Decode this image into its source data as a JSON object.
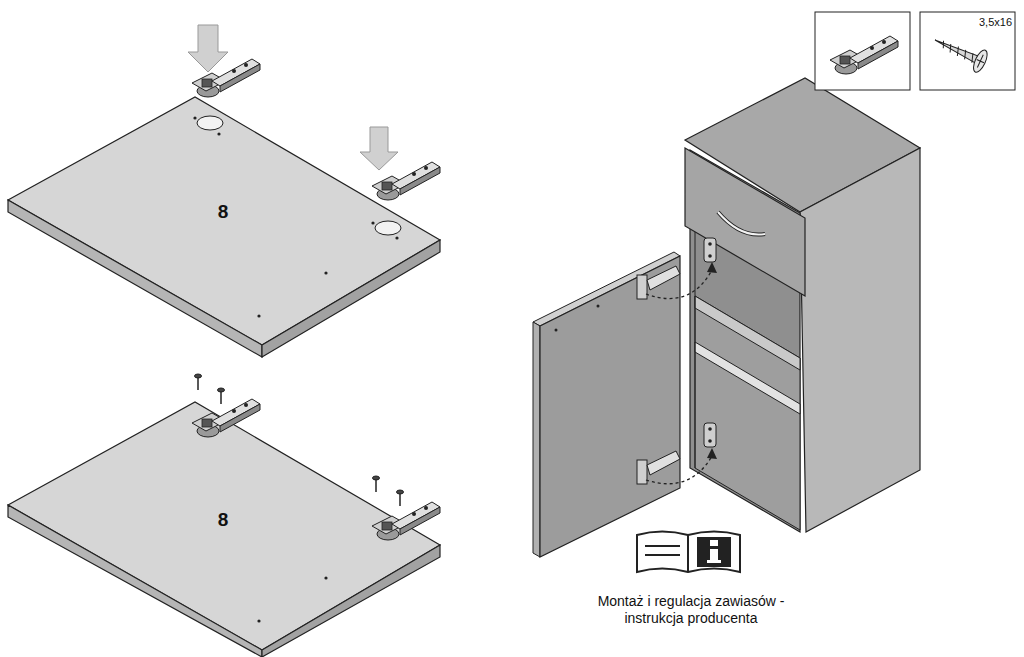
{
  "diagram": {
    "labels": [
      "8",
      "8",
      "3,5x16",
      "Montaż i regulacja zawiasów - instrukcja producenta"
    ]
  }
}
